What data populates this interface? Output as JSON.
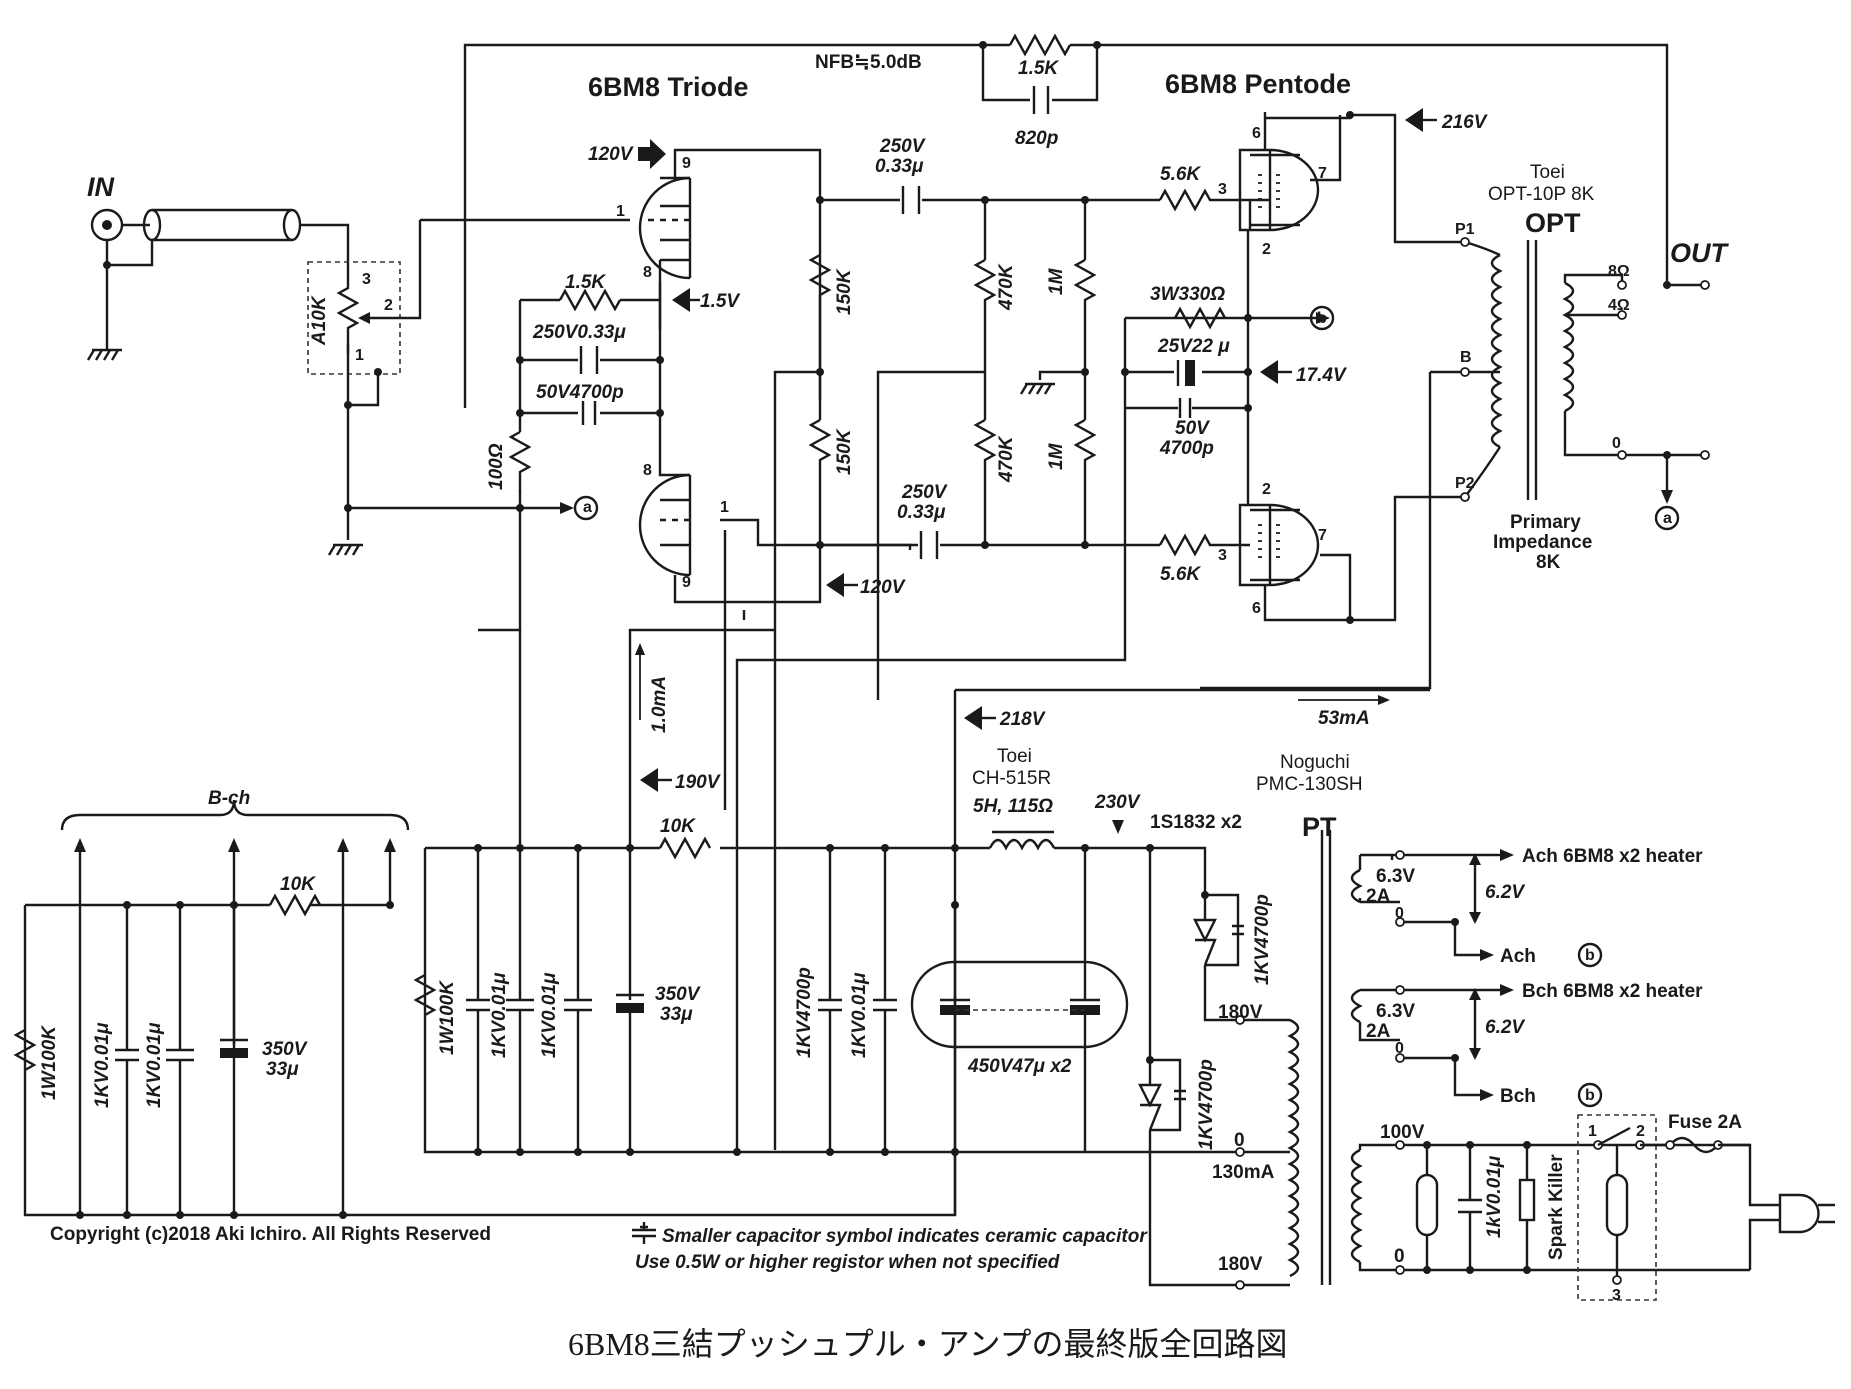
{
  "title": "6BM8三結プッシュプル・アンプの最終版全回路図",
  "copyright": "Copyright (c)2018  Aki Ichiro.  All Rights Reserved",
  "notes": {
    "ceramic": "Smaller capacitor symbol indicates ceramic capacitor",
    "resistor": "Use 0.5W or higher registor when not specified"
  },
  "sections": {
    "triode": "6BM8 Triode",
    "pentode": "6BM8 Pentode",
    "input": "IN",
    "output": "OUT",
    "bch": "B-ch"
  },
  "nfb": {
    "label": "NFB≒5.0dB",
    "resistor": "1.5K",
    "capacitor": "820p"
  },
  "components": {
    "pot": "A10K",
    "r_cathode": "1.5K",
    "c_cathode1": "250V0.33μ",
    "c_cathode2": "50V4700p",
    "r_100": "100Ω",
    "r_150a": "150K",
    "r_150b": "150K",
    "c_couple1_v": "250V",
    "c_couple1_c": "0.33μ",
    "c_couple2_v": "250V",
    "c_couple2_c": "0.33μ",
    "r_470a": "470K",
    "r_470b": "470K",
    "r_1ma": "1M",
    "r_1mb": "1M",
    "r_grid1": "5.6K",
    "r_grid2": "5.6K",
    "r_330": "3W330Ω",
    "c_22": "25V22 μ",
    "c_4700_v": "50V",
    "c_4700_c": "4700p",
    "r_10k_a": "10K",
    "r_10k_b": "10K",
    "r_100k_a": "1W100K",
    "r_100k_b": "1W100K",
    "c_001": "1KV0.01μ",
    "c_350_v": "350V",
    "c_350_c": "33μ",
    "c_1kv4700": "1KV4700p",
    "c_450": "450V47μ x2",
    "choke_name": "Toei",
    "choke_model": "CH-515R",
    "choke_value": "5H, 115Ω",
    "diode": "1S1832 x2",
    "fuse": "Fuse 2A",
    "spark": "Spark Killer",
    "spark_cap": "1kV0.01μ"
  },
  "voltages": {
    "v120a": "120V",
    "v1_5": "1.5V",
    "v120b": "120V",
    "v216": "216V",
    "v17_4": "17.4V",
    "v218": "218V",
    "v190": "190V",
    "v230": "230V",
    "i1ma": "1.0mA",
    "i53ma": "53mA",
    "i130ma": "130mA"
  },
  "opt": {
    "maker": "Toei",
    "model": "OPT-10P 8K",
    "label": "OPT",
    "p1": "P1",
    "b": "B",
    "p2": "P2",
    "o8": "8Ω",
    "o4": "4Ω",
    "o0": "0",
    "primary": "Primary",
    "impedance": "Impedance",
    "imp_value": "8K"
  },
  "pt": {
    "maker": "Noguchi",
    "model": "PMC-130SH",
    "label": "PT",
    "v180a": "180V",
    "v0": "0",
    "v180b": "180V",
    "v100": "100V",
    "v0b": "0",
    "h_v": "6.3V",
    "h_a": "2A",
    "h_0": "0",
    "h_out": "6.2V",
    "ach_heater": "Ach 6BM8 x2 heater",
    "bch_heater": "Bch 6BM8 x2 heater",
    "ach_b": "Ach",
    "bch_b": "Bch"
  },
  "markers": {
    "a": "a",
    "b": "b"
  },
  "pins": {
    "p1": "1",
    "p2": "2",
    "p3": "3",
    "p6": "6",
    "p7": "7",
    "p8": "8",
    "p9": "9"
  }
}
